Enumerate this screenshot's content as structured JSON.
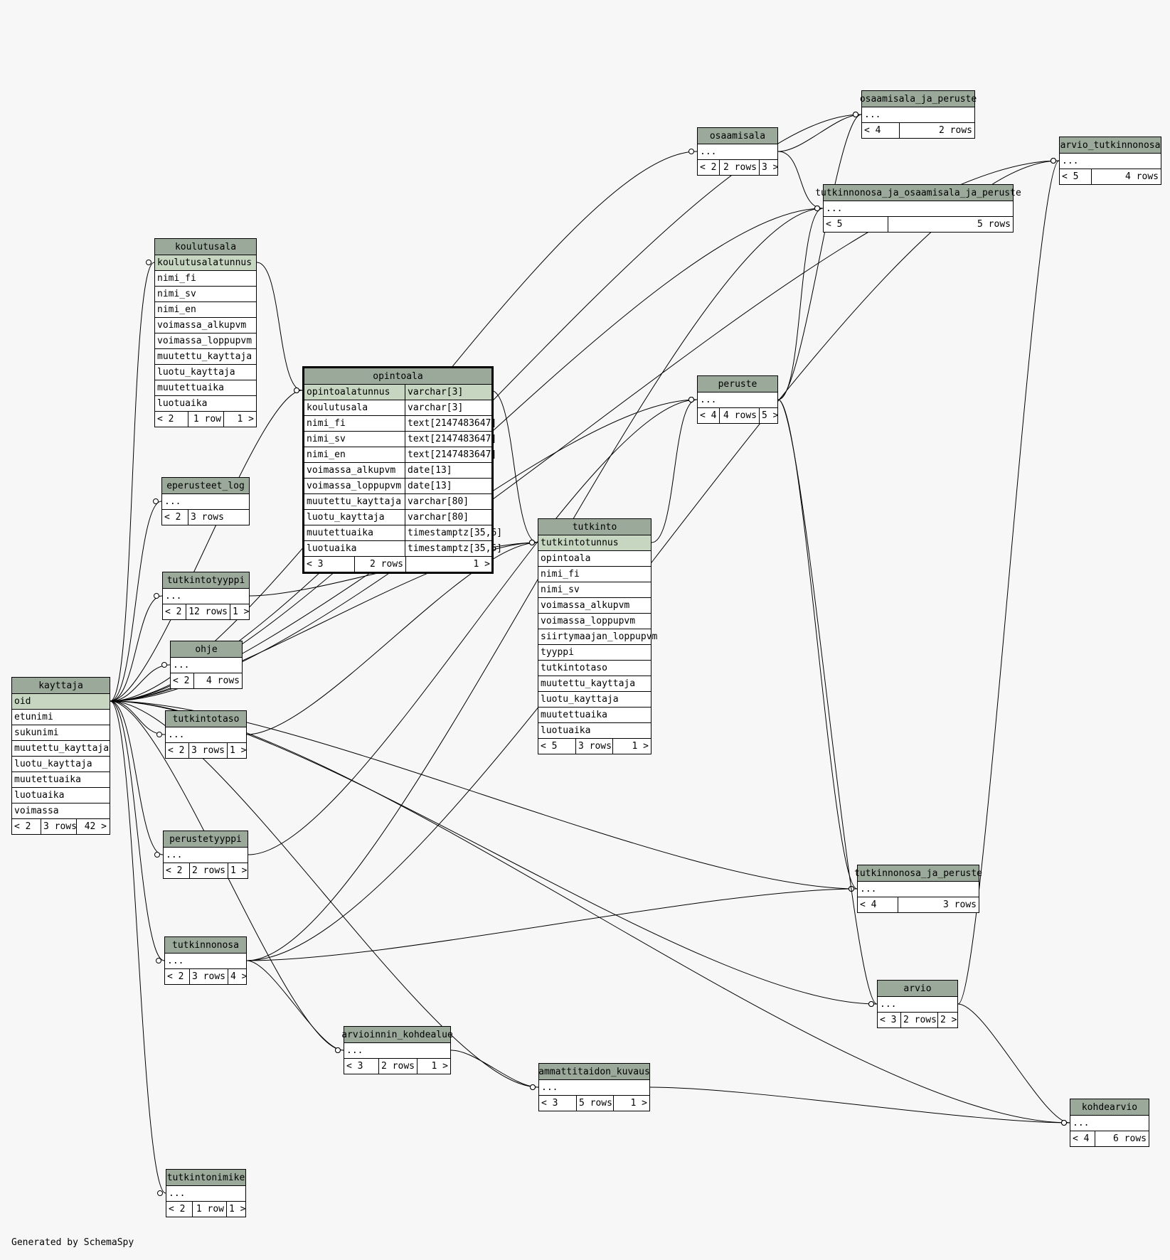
{
  "footer": "Generated by SchemaSpy",
  "colors": {
    "header": "#9aa99a",
    "pk": "#c6d6c0",
    "background": "#f7f7f7"
  },
  "tables": [
    {
      "id": "kayttaja",
      "name": "kayttaja",
      "columns": [
        {
          "name": "oid",
          "pk": true
        },
        {
          "name": "etunimi"
        },
        {
          "name": "sukunimi"
        },
        {
          "name": "muutettu_kayttaja"
        },
        {
          "name": "luotu_kayttaja"
        },
        {
          "name": "muutettuaika"
        },
        {
          "name": "luotuaika"
        },
        {
          "name": "voimassa"
        }
      ],
      "footer": [
        "< 2",
        "3 rows",
        "42 >"
      ]
    },
    {
      "id": "koulutusala",
      "name": "koulutusala",
      "columns": [
        {
          "name": "koulutusalatunnus",
          "pk": true
        },
        {
          "name": "nimi_fi"
        },
        {
          "name": "nimi_sv"
        },
        {
          "name": "nimi_en"
        },
        {
          "name": "voimassa_alkupvm"
        },
        {
          "name": "voimassa_loppupvm"
        },
        {
          "name": "muutettu_kayttaja"
        },
        {
          "name": "luotu_kayttaja"
        },
        {
          "name": "muutettuaika"
        },
        {
          "name": "luotuaika"
        }
      ],
      "footer": [
        "< 2",
        "1 row",
        "1 >"
      ]
    },
    {
      "id": "opintoala",
      "name": "opintoala",
      "focus": true,
      "columns": [
        {
          "name": "opintoalatunnus",
          "type": "varchar[3]",
          "pk": true
        },
        {
          "name": "koulutusala",
          "type": "varchar[3]"
        },
        {
          "name": "nimi_fi",
          "type": "text[2147483647]"
        },
        {
          "name": "nimi_sv",
          "type": "text[2147483647]"
        },
        {
          "name": "nimi_en",
          "type": "text[2147483647]"
        },
        {
          "name": "voimassa_alkupvm",
          "type": "date[13]"
        },
        {
          "name": "voimassa_loppupvm",
          "type": "date[13]"
        },
        {
          "name": "muutettu_kayttaja",
          "type": "varchar[80]"
        },
        {
          "name": "luotu_kayttaja",
          "type": "varchar[80]"
        },
        {
          "name": "muutettuaika",
          "type": "timestamptz[35,6]"
        },
        {
          "name": "luotuaika",
          "type": "timestamptz[35,6]"
        }
      ],
      "footer": [
        "< 3",
        "2 rows",
        "1 >"
      ]
    },
    {
      "id": "tutkinto",
      "name": "tutkinto",
      "columns": [
        {
          "name": "tutkintotunnus",
          "pk": true
        },
        {
          "name": "opintoala"
        },
        {
          "name": "nimi_fi"
        },
        {
          "name": "nimi_sv"
        },
        {
          "name": "voimassa_alkupvm"
        },
        {
          "name": "voimassa_loppupvm"
        },
        {
          "name": "siirtymaajan_loppupvm"
        },
        {
          "name": "tyyppi"
        },
        {
          "name": "tutkintotaso"
        },
        {
          "name": "muutettu_kayttaja"
        },
        {
          "name": "luotu_kayttaja"
        },
        {
          "name": "muutettuaika"
        },
        {
          "name": "luotuaika"
        }
      ],
      "footer": [
        "< 5",
        "3 rows",
        "1 >"
      ]
    },
    {
      "id": "osaamisala_ja_peruste",
      "name": "osaamisala_ja_peruste",
      "columns": [
        {
          "name": "..."
        }
      ],
      "footer": [
        "< 4",
        "2 rows"
      ]
    },
    {
      "id": "osaamisala",
      "name": "osaamisala",
      "columns": [
        {
          "name": "..."
        }
      ],
      "footer": [
        "< 2",
        "2 rows",
        "3 >"
      ]
    },
    {
      "id": "arvio_tutkinnonosa",
      "name": "arvio_tutkinnonosa",
      "columns": [
        {
          "name": "..."
        }
      ],
      "footer": [
        "< 5",
        "4 rows"
      ]
    },
    {
      "id": "tutkinnonosa_ja_osaamisala_ja_peruste",
      "name": "tutkinnonosa_ja_osaamisala_ja_peruste",
      "columns": [
        {
          "name": "..."
        }
      ],
      "footer": [
        "< 5",
        "5 rows"
      ]
    },
    {
      "id": "peruste",
      "name": "peruste",
      "columns": [
        {
          "name": "..."
        }
      ],
      "footer": [
        "< 4",
        "4 rows",
        "5 >"
      ]
    },
    {
      "id": "eperusteet_log",
      "name": "eperusteet_log",
      "columns": [
        {
          "name": "..."
        }
      ],
      "footer": [
        "< 2",
        "3 rows"
      ]
    },
    {
      "id": "tutkintotyyppi",
      "name": "tutkintotyyppi",
      "columns": [
        {
          "name": "..."
        }
      ],
      "footer": [
        "< 2",
        "12 rows",
        "1 >"
      ]
    },
    {
      "id": "ohje",
      "name": "ohje",
      "columns": [
        {
          "name": "..."
        }
      ],
      "footer": [
        "< 2",
        "4 rows"
      ]
    },
    {
      "id": "tutkintotaso",
      "name": "tutkintotaso",
      "columns": [
        {
          "name": "..."
        }
      ],
      "footer": [
        "< 2",
        "3 rows",
        "1 >"
      ]
    },
    {
      "id": "perustetyyppi",
      "name": "perustetyyppi",
      "columns": [
        {
          "name": "..."
        }
      ],
      "footer": [
        "< 2",
        "2 rows",
        "1 >"
      ]
    },
    {
      "id": "tutkinnonosa_ja_peruste",
      "name": "tutkinnonosa_ja_peruste",
      "columns": [
        {
          "name": "..."
        }
      ],
      "footer": [
        "< 4",
        "3 rows"
      ]
    },
    {
      "id": "tutkinnonosa",
      "name": "tutkinnonosa",
      "columns": [
        {
          "name": "..."
        }
      ],
      "footer": [
        "< 2",
        "3 rows",
        "4 >"
      ]
    },
    {
      "id": "arvio",
      "name": "arvio",
      "columns": [
        {
          "name": "..."
        }
      ],
      "footer": [
        "< 3",
        "2 rows",
        "2 >"
      ]
    },
    {
      "id": "arvioinnin_kohdealue",
      "name": "arvioinnin_kohdealue",
      "columns": [
        {
          "name": "..."
        }
      ],
      "footer": [
        "< 3",
        "2 rows",
        "1 >"
      ]
    },
    {
      "id": "ammattitaidon_kuvaus",
      "name": "ammattitaidon_kuvaus",
      "columns": [
        {
          "name": "..."
        }
      ],
      "footer": [
        "< 3",
        "5 rows",
        "1 >"
      ]
    },
    {
      "id": "kohdearvio",
      "name": "kohdearvio",
      "columns": [
        {
          "name": "..."
        }
      ],
      "footer": [
        "< 4",
        "6 rows"
      ]
    },
    {
      "id": "tutkintonimike",
      "name": "tutkintonimike",
      "columns": [
        {
          "name": "..."
        }
      ],
      "footer": [
        "< 2",
        "1 row",
        "1 >"
      ]
    }
  ],
  "relationships": [
    {
      "from": "kayttaja",
      "to": "koulutusala"
    },
    {
      "from": "kayttaja",
      "to": "opintoala"
    },
    {
      "from": "koulutusala",
      "to": "opintoala"
    },
    {
      "from": "opintoala",
      "to": "tutkinto"
    },
    {
      "from": "kayttaja",
      "to": "tutkinto"
    },
    {
      "from": "tutkintotyyppi",
      "to": "tutkinto"
    },
    {
      "from": "tutkintotaso",
      "to": "tutkinto"
    },
    {
      "from": "tutkinto",
      "to": "peruste"
    },
    {
      "from": "kayttaja",
      "to": "eperusteet_log"
    },
    {
      "from": "kayttaja",
      "to": "tutkintotyyppi"
    },
    {
      "from": "kayttaja",
      "to": "ohje"
    },
    {
      "from": "kayttaja",
      "to": "tutkintotaso"
    },
    {
      "from": "kayttaja",
      "to": "perustetyyppi"
    },
    {
      "from": "kayttaja",
      "to": "tutkinnonosa"
    },
    {
      "from": "kayttaja",
      "to": "tutkintonimike"
    },
    {
      "from": "kayttaja",
      "to": "peruste"
    },
    {
      "from": "kayttaja",
      "to": "osaamisala"
    },
    {
      "from": "kayttaja",
      "to": "osaamisala_ja_peruste"
    },
    {
      "from": "kayttaja",
      "to": "arvio_tutkinnonosa"
    },
    {
      "from": "kayttaja",
      "to": "tutkinnonosa_ja_osaamisala_ja_peruste"
    },
    {
      "from": "kayttaja",
      "to": "tutkinnonosa_ja_peruste"
    },
    {
      "from": "kayttaja",
      "to": "arvio"
    },
    {
      "from": "kayttaja",
      "to": "arvioinnin_kohdealue"
    },
    {
      "from": "kayttaja",
      "to": "ammattitaidon_kuvaus"
    },
    {
      "from": "kayttaja",
      "to": "kohdearvio"
    },
    {
      "from": "perustetyyppi",
      "to": "peruste"
    },
    {
      "from": "osaamisala",
      "to": "osaamisala_ja_peruste"
    },
    {
      "from": "peruste",
      "to": "osaamisala_ja_peruste"
    },
    {
      "from": "osaamisala",
      "to": "tutkinnonosa_ja_osaamisala_ja_peruste"
    },
    {
      "from": "peruste",
      "to": "tutkinnonosa_ja_osaamisala_ja_peruste"
    },
    {
      "from": "tutkinnonosa",
      "to": "tutkinnonosa_ja_osaamisala_ja_peruste"
    },
    {
      "from": "peruste",
      "to": "tutkinnonosa_ja_peruste"
    },
    {
      "from": "tutkinnonosa",
      "to": "tutkinnonosa_ja_peruste"
    },
    {
      "from": "peruste",
      "to": "arvio"
    },
    {
      "from": "arvio",
      "to": "arvio_tutkinnonosa"
    },
    {
      "from": "tutkinnonosa",
      "to": "arvio_tutkinnonosa"
    },
    {
      "from": "tutkinnonosa",
      "to": "arvioinnin_kohdealue"
    },
    {
      "from": "arvioinnin_kohdealue",
      "to": "ammattitaidon_kuvaus"
    },
    {
      "from": "ammattitaidon_kuvaus",
      "to": "kohdearvio"
    },
    {
      "from": "arvio",
      "to": "kohdearvio"
    }
  ]
}
